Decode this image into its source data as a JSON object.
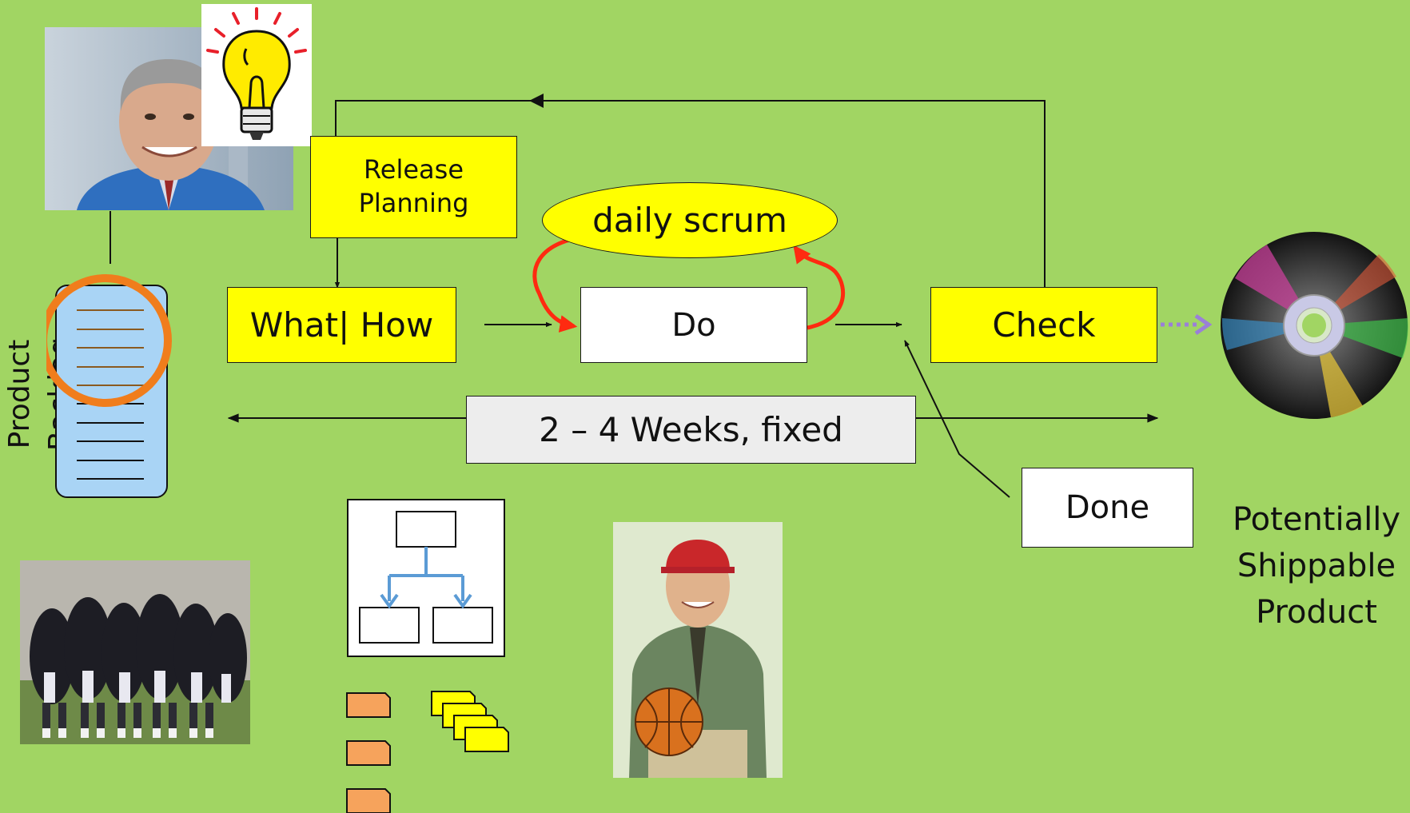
{
  "diagram": {
    "release_planning": "Release\nPlanning",
    "what_how": "What| How",
    "daily_scrum": "daily scrum",
    "do": "Do",
    "check": "Check",
    "timebox": "2 – 4 Weeks, fixed",
    "done": "Done",
    "product_backlog": "Product Backlog",
    "potentially_shippable": "Potentially\nShippable\nProduct"
  },
  "icons": {
    "product_owner": "man-portrait-photo",
    "idea": "lightbulb-icon",
    "backlog_document": "document-list-icon",
    "team": "team-huddle-photo",
    "org_chart": "hierarchy-chart-icon",
    "cards": "task-cards-icon",
    "scrum_master": "boy-with-basketball-photo",
    "product": "disc-icon"
  },
  "colors": {
    "background": "#a1d563",
    "box_yellow": "#ffff00",
    "loop_red": "#ff2a10",
    "highlight_orange": "#f07d1c",
    "backlog_blue": "#a9d4f5",
    "dotted_arrow_purple": "#9a7fd8"
  }
}
